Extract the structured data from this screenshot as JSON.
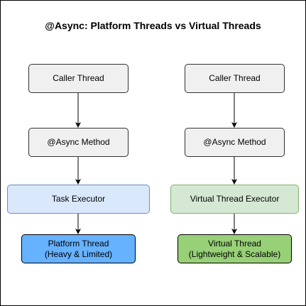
{
  "title": "@Async: Platform Threads vs Virtual Threads",
  "columns": [
    {
      "nodes": [
        {
          "label": "Caller Thread",
          "fill": "#f0f0f0",
          "stroke": "#333333"
        },
        {
          "label": "@Async Method",
          "fill": "#f0f0f0",
          "stroke": "#333333"
        },
        {
          "label": "Task Executor",
          "fill": "#dae8fc",
          "stroke": "#6c8ebf"
        },
        {
          "label": "Platform Thread\n(Heavy & Limited)",
          "fill": "#66b2ff",
          "stroke": "#000000"
        }
      ]
    },
    {
      "nodes": [
        {
          "label": "Caller Thread",
          "fill": "#f0f0f0",
          "stroke": "#333333"
        },
        {
          "label": "@Async Method",
          "fill": "#f0f0f0",
          "stroke": "#333333"
        },
        {
          "label": "Virtual Thread Executor",
          "fill": "#d5e8d4",
          "stroke": "#82b366"
        },
        {
          "label": "Virtual Thread\n(Lightweight & Scalable)",
          "fill": "#97d077",
          "stroke": "#000000"
        }
      ]
    }
  ],
  "edge_color": "#000000"
}
